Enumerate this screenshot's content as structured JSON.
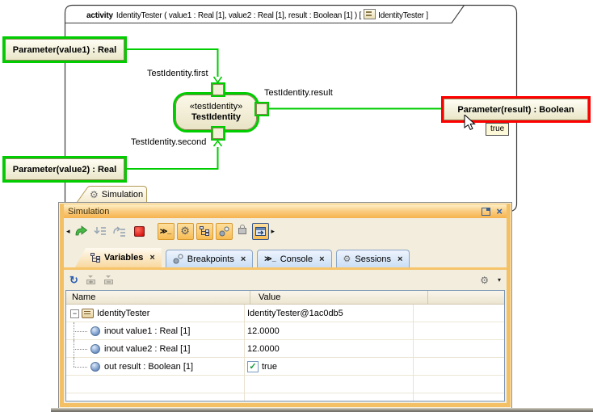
{
  "diagram": {
    "frame": {
      "kind": "activity",
      "signature": "IdentityTester ( value1 : Real [1], value2 : Real [1], result : Boolean [1] ) [",
      "ref": "IdentityTester ]"
    },
    "parameters": {
      "value1": "Parameter(value1) : Real",
      "value2": "Parameter(value2) : Real",
      "result": "Parameter(result) : Boolean"
    },
    "action": {
      "stereotype": "«testIdentity»",
      "name": "TestIdentity"
    },
    "pin_labels": {
      "first": "TestIdentity.first",
      "second": "TestIdentity.second",
      "result": "TestIdentity.result"
    },
    "tooltip": "true"
  },
  "panel": {
    "window_tab": "Simulation",
    "title": "Simulation",
    "view_tabs": [
      {
        "label": "Variables"
      },
      {
        "label": "Breakpoints"
      },
      {
        "label": "Console"
      },
      {
        "label": "Sessions"
      }
    ],
    "table": {
      "columns": [
        "Name",
        "Value"
      ],
      "rows": [
        {
          "name": "IdentityTester",
          "value": "IdentityTester@1ac0db5"
        },
        {
          "name": "inout value1 : Real [1]",
          "value": "12.0000"
        },
        {
          "name": "inout value2 : Real [1]",
          "value": "12.0000"
        },
        {
          "name": "out result : Boolean [1]",
          "value": "true"
        }
      ]
    }
  },
  "icons": {
    "gear": "⚙",
    "close": "×",
    "refresh": "↻",
    "console": "≫_",
    "overflow_left": "◂",
    "overflow_right": "▸",
    "dropdown": "▾",
    "collapse": "−",
    "check": "✓"
  },
  "colors": {
    "highlight_green": "#00cd00",
    "highlight_red": "#ff0000",
    "panel_orange": "#f5bf62"
  }
}
